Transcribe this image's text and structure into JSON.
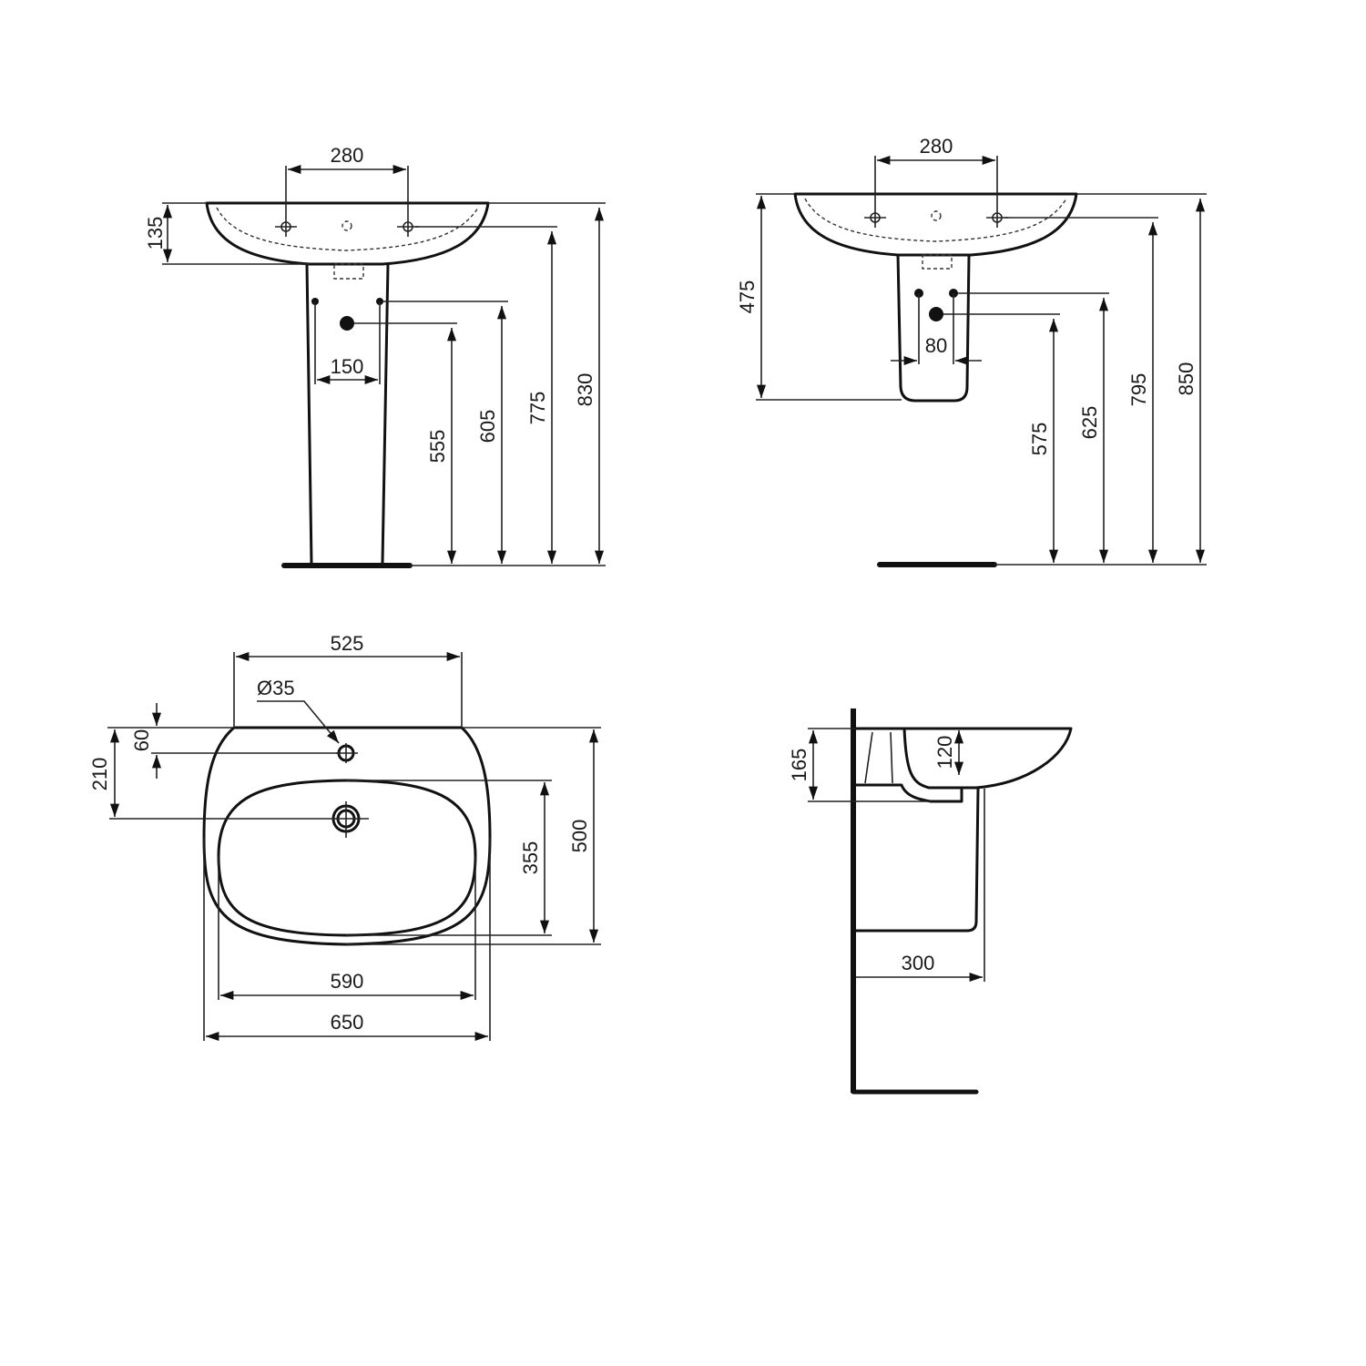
{
  "drawing": {
    "units": "mm",
    "views": {
      "pedestal_front": {
        "tap_hole_spacing": "280",
        "bowl_depth": "135",
        "supply_spacing": "150",
        "waste_height": "555",
        "supply_height": "605",
        "tap_height": "775",
        "rim_height": "830"
      },
      "semi_pedestal_front": {
        "tap_hole_spacing": "280",
        "pedestal_drop": "475",
        "supply_spacing": "80",
        "waste_height": "575",
        "supply_height": "625",
        "tap_height": "795",
        "rim_height": "850"
      },
      "plan": {
        "back_width": "525",
        "tap_hole_diameter": "Ø35",
        "tap_hole_offset": "60",
        "waste_offset": "210",
        "bowl_length": "355",
        "overall_depth": "500",
        "bowl_width": "590",
        "overall_width": "650"
      },
      "side": {
        "rim_to_underside": "165",
        "bowl_depth": "120",
        "projection": "300"
      }
    }
  }
}
